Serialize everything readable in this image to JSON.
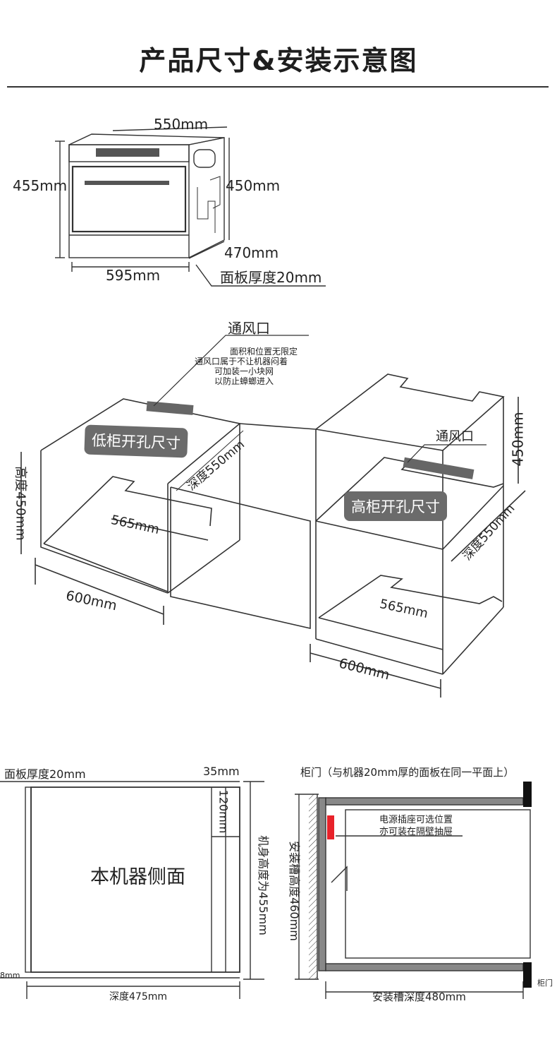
{
  "page": {
    "title": "产品尺寸&安装示意图"
  },
  "product": {
    "width": "550mm",
    "height_outer": "455mm",
    "height_inner": "450mm",
    "depth": "470mm",
    "front_width": "595mm",
    "panel_thickness": "面板厚度20mm"
  },
  "install": {
    "vent_title": "通风口",
    "vent_note": [
      "面积和位置无限定",
      "通风口属于不让机器闷着",
      "可加装一小块网",
      "以防止蟑螂进入"
    ],
    "low_cabinet_label": "低柜开孔尺寸",
    "high_cabinet_label": "高柜开孔尺寸",
    "low_height": "高度450mm",
    "low_depth": "深度550mm",
    "low_inner_width": "565mm",
    "low_width": "600mm",
    "high_vent": "通风口",
    "high_height": "450mm",
    "high_depth": "深度550mm",
    "high_inner_width": "565mm",
    "high_width": "600mm"
  },
  "side": {
    "panel_thickness": "面板厚度20mm",
    "top_gap": "35mm",
    "gap_120": "120mm",
    "body_label": "本机器侧面",
    "body_height": "机身高度为455mm",
    "bottom_gap": "8mm",
    "depth": "深度475mm"
  },
  "slot": {
    "door_note": "柜门（与机器20mm厚的面板在同一平面上）",
    "socket_note_1": "电源插座可选位置",
    "socket_note_2": "亦可装在隔壁抽屉",
    "slot_height": "安装槽高度460mm",
    "slot_depth": "安装槽深度480mm",
    "cabinet_door": "柜门"
  },
  "colors": {
    "line": "#333333",
    "socket": "#e8222a",
    "badge": "#6b6b6b"
  }
}
